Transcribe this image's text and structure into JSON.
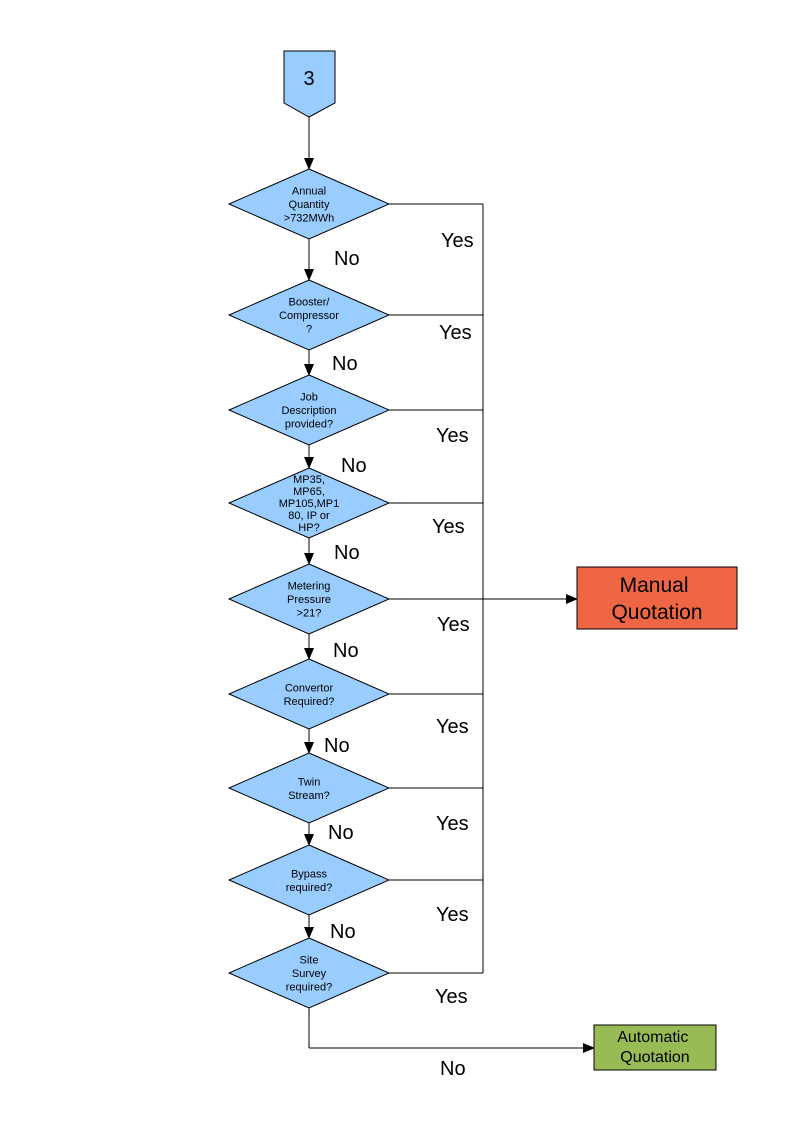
{
  "colors": {
    "decision_fill": "#99ccff",
    "manual_fill": "#ee6644",
    "auto_fill": "#99bb55",
    "line": "#000000"
  },
  "start": {
    "label": "3"
  },
  "decisions": [
    {
      "lines": [
        "Annual",
        "Quantity",
        ">732MWh"
      ]
    },
    {
      "lines": [
        "Booster/",
        "Compressor",
        "?"
      ]
    },
    {
      "lines": [
        "Job",
        "Description",
        "provided?"
      ]
    },
    {
      "lines": [
        "MP35,",
        "MP65,",
        "MP105,MP1",
        "80, IP or",
        "HP?"
      ]
    },
    {
      "lines": [
        "Metering",
        "Pressure",
        ">21?"
      ]
    },
    {
      "lines": [
        "Convertor",
        "Required?"
      ]
    },
    {
      "lines": [
        "Twin",
        "Stream?"
      ]
    },
    {
      "lines": [
        "Bypass",
        "required?"
      ]
    },
    {
      "lines": [
        "Site",
        "Survey",
        "required?"
      ]
    }
  ],
  "outcomes": {
    "manual": {
      "lines": [
        "Manual",
        "Quotation"
      ]
    },
    "automatic": {
      "lines": [
        "Automatic",
        "Quotation"
      ]
    }
  },
  "labels": {
    "no_flow": [
      "No",
      "No",
      "No",
      "No",
      "No",
      "No",
      "No",
      "No"
    ],
    "yes_flow": [
      "Yes",
      "Yes",
      "Yes",
      "Yes",
      "Yes",
      "Yes",
      "Yes",
      "Yes",
      "Yes"
    ],
    "final_no": "No"
  }
}
